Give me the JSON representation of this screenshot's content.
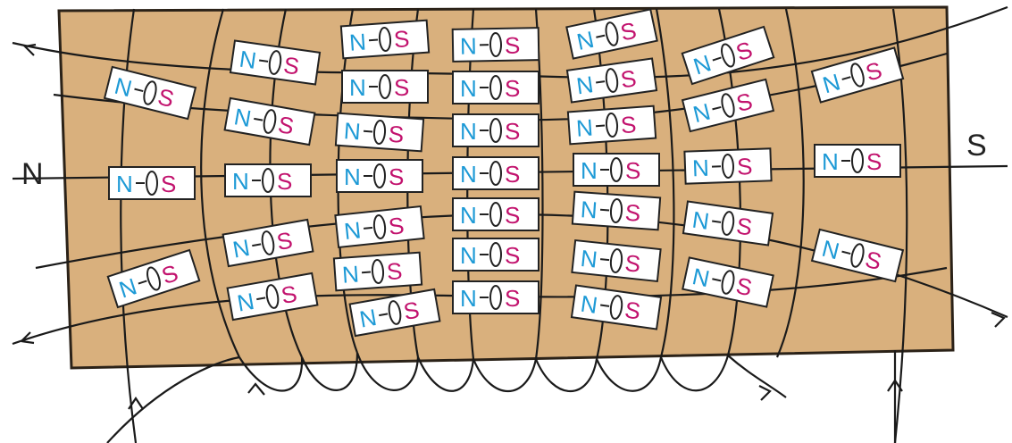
{
  "labels": {
    "north_pole": "N",
    "south_pole": "S"
  },
  "magnet": {
    "north_letter": "N",
    "south_letter": "S"
  },
  "colors": {
    "board": "#d9b07d",
    "board_edge": "#2b2218",
    "line": "#1a1a1a",
    "north": "#1e9ad6",
    "south": "#c2136e",
    "magnet_fill": "#ffffff"
  }
}
